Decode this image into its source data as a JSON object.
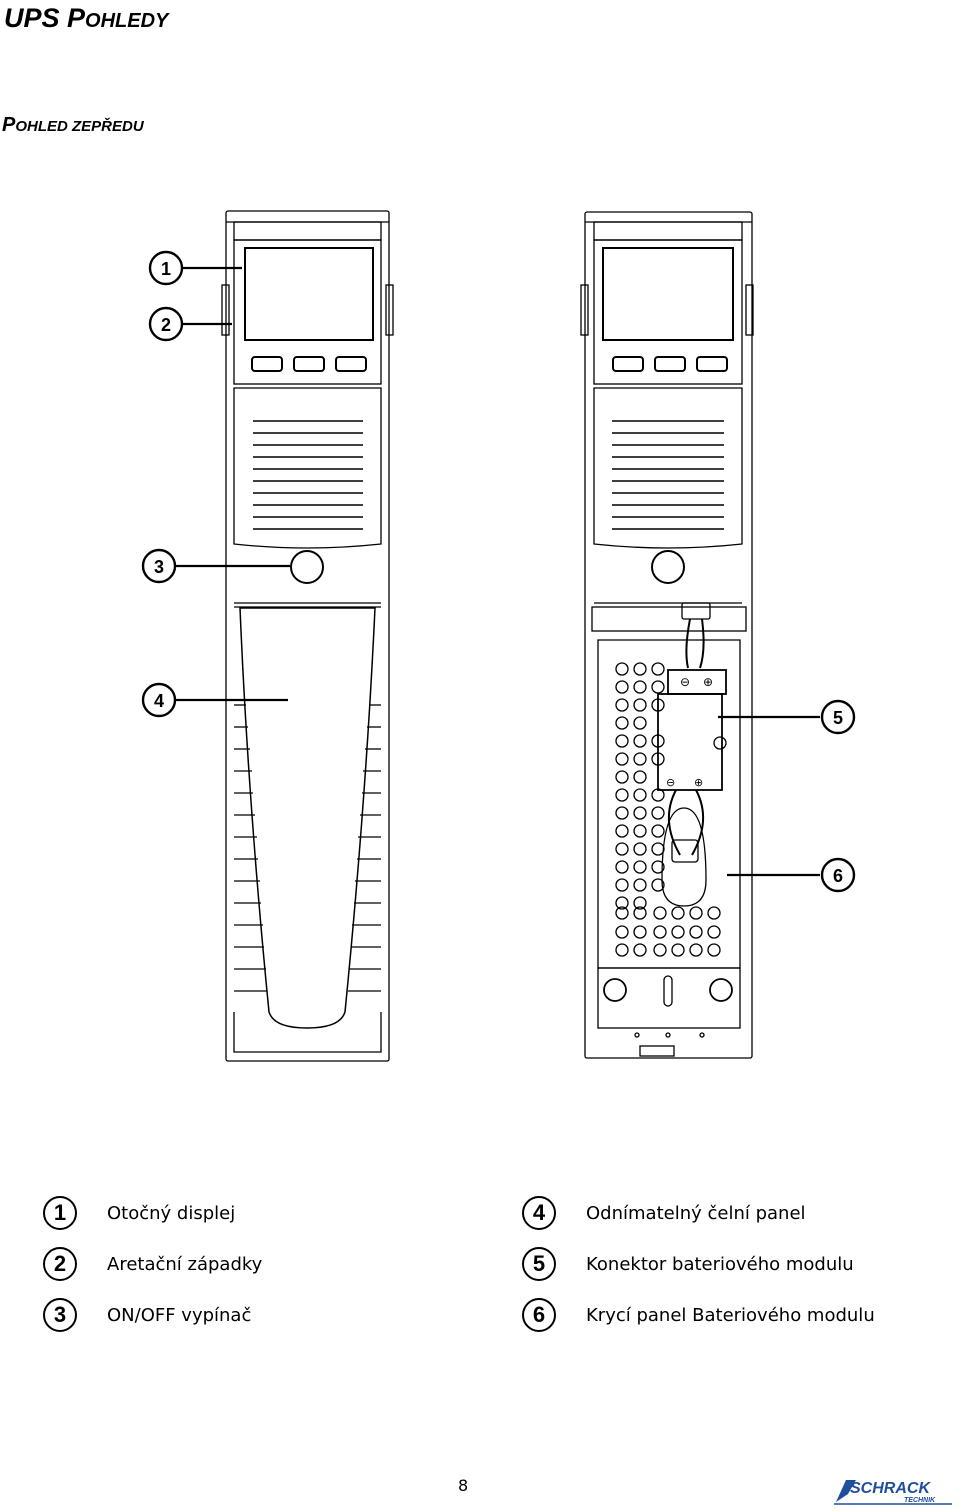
{
  "header": {
    "title_first": "UPS P",
    "title_rest": "OHLEDY"
  },
  "section": {
    "title_first": "P",
    "title_rest": "OHLED ZEPŘEDU"
  },
  "callouts": [
    "1",
    "2",
    "3",
    "4",
    "5",
    "6"
  ],
  "legend": [
    {
      "num": "1",
      "text": "Otočný displej"
    },
    {
      "num": "2",
      "text": "Aretační západky"
    },
    {
      "num": "3",
      "text": "ON/OFF vypínač"
    },
    {
      "num": "4",
      "text": "Odnímatelný čelní panel"
    },
    {
      "num": "5",
      "text": "Konektor bateriového modulu"
    },
    {
      "num": "6",
      "text": "Krycí panel Bateriového modulu"
    }
  ],
  "footer": {
    "page_number": "8",
    "logo_main": "SCHRACK",
    "logo_sub": "TECHNIK",
    "logo_color": "#1f4e9c"
  }
}
